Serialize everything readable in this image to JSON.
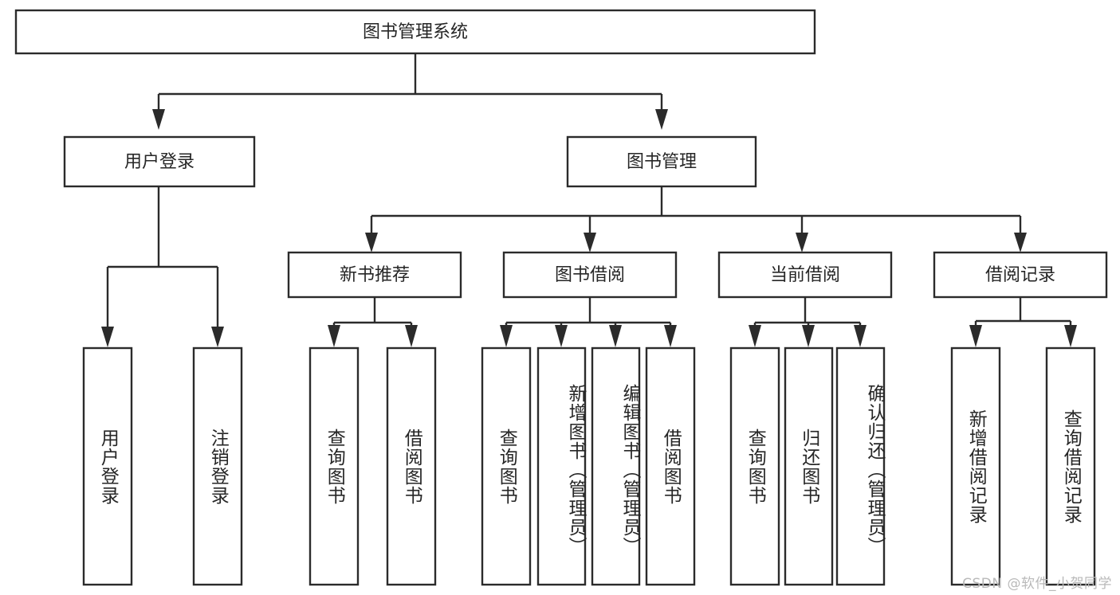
{
  "diagram": {
    "title": "图书管理系统",
    "type": "tree",
    "orientation": "top-down",
    "background_color": "#ffffff",
    "line_color": "#2b2b2b",
    "text_color": "#262626",
    "root": {
      "id": "root",
      "label": "图书管理系统",
      "text_mode": "horizontal"
    },
    "level2": [
      {
        "id": "user-login",
        "label": "用户登录",
        "text_mode": "horizontal"
      },
      {
        "id": "book-manage",
        "label": "图书管理",
        "text_mode": "horizontal"
      }
    ],
    "level3": [
      {
        "id": "new-book-recommend",
        "label": "新书推荐",
        "text_mode": "horizontal",
        "parent": "book-manage"
      },
      {
        "id": "book-borrow",
        "label": "图书借阅",
        "text_mode": "horizontal",
        "parent": "book-manage"
      },
      {
        "id": "current-borrow",
        "label": "当前借阅",
        "text_mode": "horizontal",
        "parent": "book-manage"
      },
      {
        "id": "borrow-record",
        "label": "借阅记录",
        "text_mode": "horizontal",
        "parent": "book-manage"
      }
    ],
    "leaves": [
      {
        "id": "leaf-user-login",
        "label": "用户登录",
        "parent": "user-login",
        "text_mode": "vertical"
      },
      {
        "id": "leaf-user-logout",
        "label": "注销登录",
        "parent": "user-login",
        "text_mode": "vertical"
      },
      {
        "id": "leaf-query-book-1",
        "label": "查询图书",
        "parent": "new-book-recommend",
        "text_mode": "vertical"
      },
      {
        "id": "leaf-borrow-book-1",
        "label": "借阅图书",
        "parent": "new-book-recommend",
        "text_mode": "vertical"
      },
      {
        "id": "leaf-query-book-2",
        "label": "查询图书",
        "parent": "book-borrow",
        "text_mode": "vertical"
      },
      {
        "id": "leaf-add-book",
        "label": "新增图书（管理员）",
        "parent": "book-borrow",
        "text_mode": "vertical"
      },
      {
        "id": "leaf-edit-book",
        "label": "编辑图书（管理员）",
        "parent": "book-borrow",
        "text_mode": "vertical"
      },
      {
        "id": "leaf-borrow-book-2",
        "label": "借阅图书",
        "parent": "book-borrow",
        "text_mode": "vertical"
      },
      {
        "id": "leaf-query-book-3",
        "label": "查询图书",
        "parent": "current-borrow",
        "text_mode": "vertical"
      },
      {
        "id": "leaf-return-book",
        "label": "归还图书",
        "parent": "current-borrow",
        "text_mode": "vertical"
      },
      {
        "id": "leaf-confirm-return",
        "label": "确认归还（管理员）",
        "parent": "current-borrow",
        "text_mode": "vertical"
      },
      {
        "id": "leaf-add-record",
        "label": "新增借阅记录",
        "parent": "borrow-record",
        "text_mode": "vertical"
      },
      {
        "id": "leaf-query-record",
        "label": "查询借阅记录",
        "parent": "borrow-record",
        "text_mode": "vertical"
      }
    ]
  },
  "watermark": {
    "text": "CSDN @软件_小贺同学"
  }
}
